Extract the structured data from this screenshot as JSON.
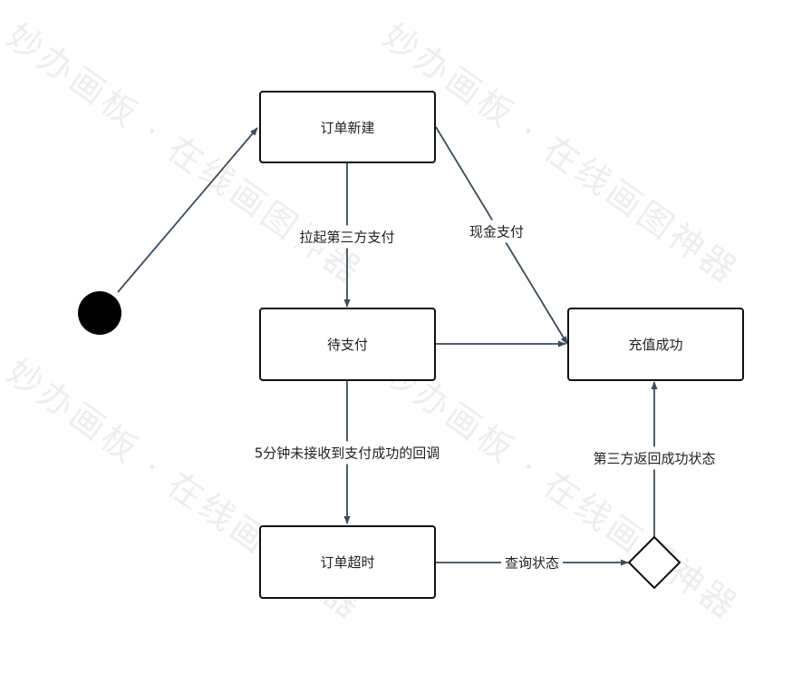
{
  "watermark": "妙办画板 · 在线画图神器",
  "states": {
    "order_new": "订单新建",
    "pending_payment": "待支付",
    "recharge_success": "充值成功",
    "order_timeout": "订单超时"
  },
  "transitions": {
    "third_party_pay": "拉起第三方支付",
    "cash_pay": "现金支付",
    "timeout_callback": "5分钟未接收到支付成功的回调",
    "query_status": "查询状态",
    "third_party_success": "第三方返回成功状态"
  },
  "colors": {
    "edge": "#3d4a5c",
    "border": "#111111",
    "initial": "#000000"
  }
}
